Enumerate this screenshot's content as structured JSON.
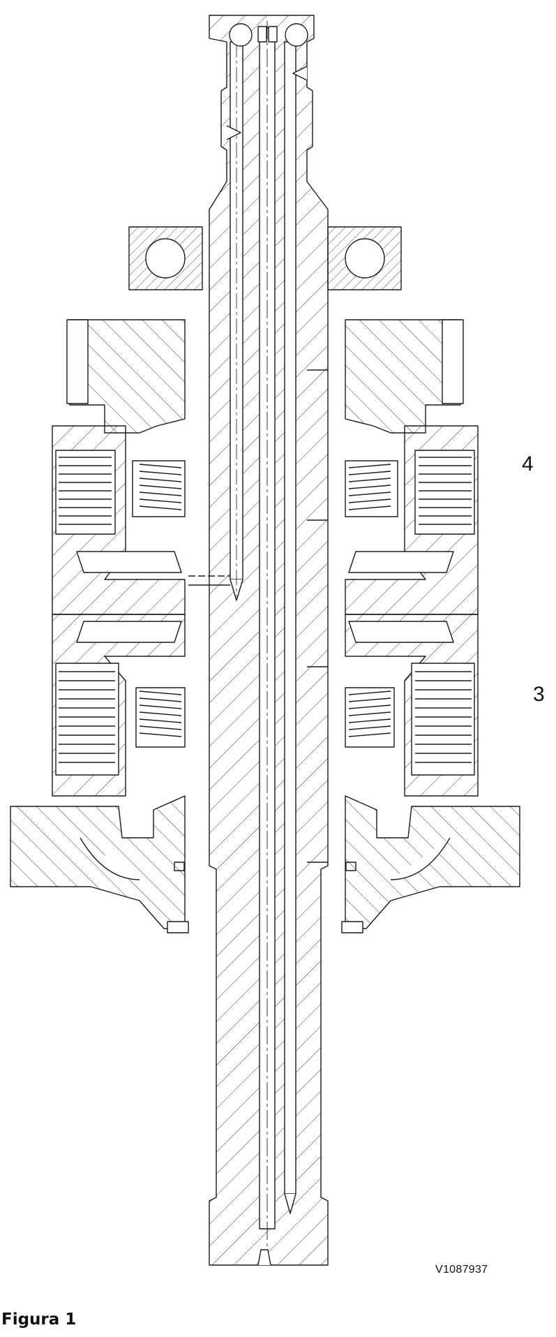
{
  "callouts": [
    {
      "id": "4",
      "label": "4"
    },
    {
      "id": "3",
      "label": "3"
    }
  ],
  "drawing_number": "V1087937",
  "caption": "Figura 1",
  "colors": {
    "line": "#1a1a1a",
    "background": "#ffffff"
  }
}
